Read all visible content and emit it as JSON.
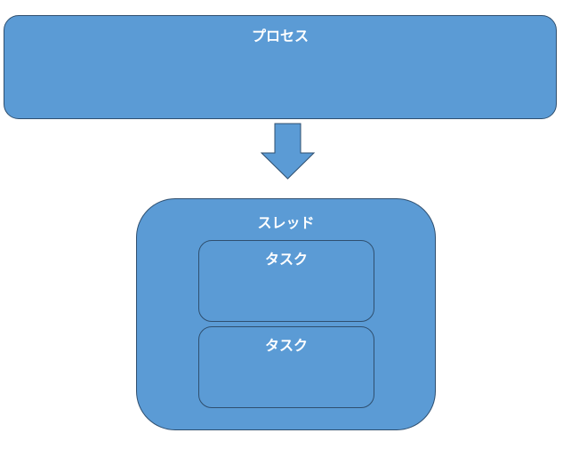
{
  "process": {
    "label": "プロセス"
  },
  "thread": {
    "label": "スレッド",
    "tasks": [
      {
        "label": "タスク"
      },
      {
        "label": "タスク"
      }
    ]
  },
  "colors": {
    "box_fill": "#5b9bd5",
    "box_border": "#2f4f6f",
    "text": "#ffffff"
  }
}
